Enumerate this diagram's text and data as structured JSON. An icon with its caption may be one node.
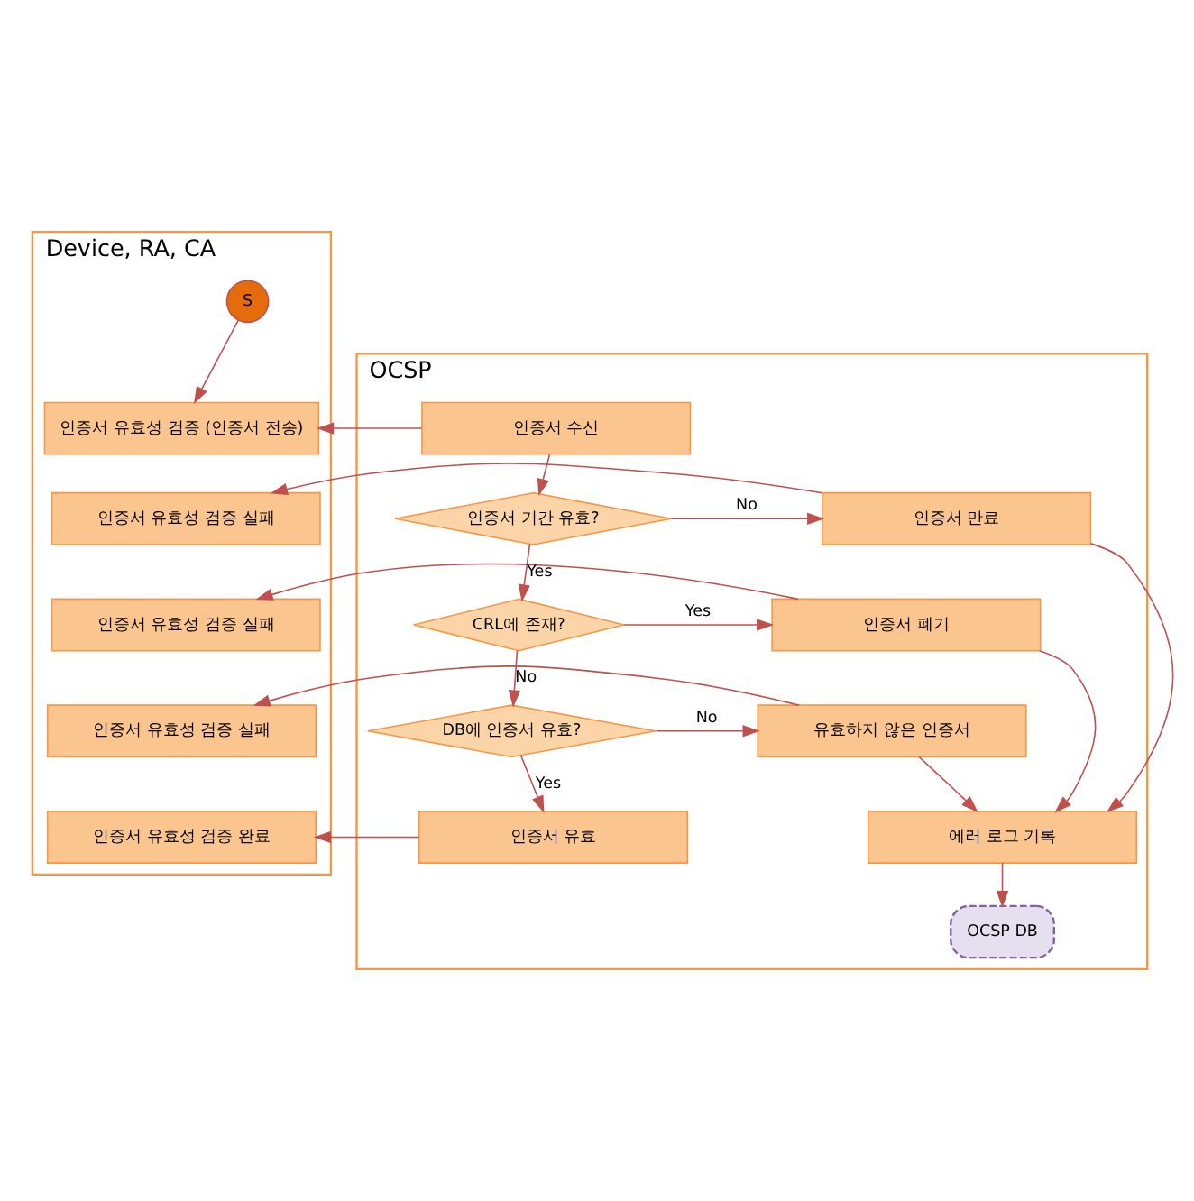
{
  "diagram": {
    "nodes": [
      {
        "text": [
          "Device, RA, CA"
        ]
      },
      {
        "text": [
          "S"
        ],
        "in": 0
      },
      {
        "text": [
          "인증서 유효성 검증 (인증서 전송)"
        ],
        "in": 0
      },
      {
        "text": [
          "인증서 유효성 검증 실패"
        ],
        "in": 0
      },
      {
        "text": [
          "인증서 유효성 검증 실패"
        ],
        "in": 0
      },
      {
        "text": [
          "인증서 유효성 검증 실패"
        ],
        "in": 0
      },
      {
        "text": [
          "인증서 유효성 검증 완료"
        ],
        "in": 0
      },
      {
        "text": [
          "OCSP"
        ]
      },
      {
        "text": [
          "인증서 수신"
        ],
        "in": 7
      },
      {
        "text": [
          "인증서 기간 유효?"
        ],
        "in": 7
      },
      {
        "text": [
          "인증서 만료"
        ],
        "in": 7
      },
      {
        "text": [
          "CRL에 존재?"
        ],
        "in": 7
      },
      {
        "text": [
          "인증서 폐기"
        ],
        "in": 7
      },
      {
        "text": [
          "DB에 인증서 유효?"
        ],
        "in": 7
      },
      {
        "text": [
          "유효하지 않은 인증서"
        ],
        "in": 7
      },
      {
        "text": [
          "인증서 유효"
        ],
        "in": 7
      },
      {
        "text": [
          "에러 로그 기록"
        ],
        "in": 7
      },
      {
        "text": [
          "OCSP DB"
        ],
        "in": 7
      }
    ],
    "edges": [
      {
        "from": 1,
        "to": 2,
        "arrow": "to"
      },
      {
        "from": 8,
        "to": 2,
        "arrow": "to"
      },
      {
        "from": 8,
        "to": 9,
        "arrow": "to"
      },
      {
        "from": 9,
        "to": 10,
        "arrow": "to",
        "label": "No"
      },
      {
        "from": 10,
        "to": 3,
        "arrow": "to"
      },
      {
        "from": 9,
        "to": 11,
        "arrow": "to",
        "label": "Yes"
      },
      {
        "from": 11,
        "to": 12,
        "arrow": "to",
        "label": "Yes"
      },
      {
        "from": 12,
        "to": 4,
        "arrow": "to"
      },
      {
        "from": 11,
        "to": 13,
        "arrow": "to",
        "label": "No"
      },
      {
        "from": 13,
        "to": 14,
        "arrow": "to",
        "label": "No"
      },
      {
        "from": 14,
        "to": 5,
        "arrow": "to"
      },
      {
        "from": 13,
        "to": 15,
        "arrow": "to",
        "label": "Yes"
      },
      {
        "from": 15,
        "to": 6,
        "arrow": "to"
      },
      {
        "from": 10,
        "to": 16,
        "arrow": "to"
      },
      {
        "from": 12,
        "to": 16,
        "arrow": "to"
      },
      {
        "from": 14,
        "to": 16,
        "arrow": "to"
      },
      {
        "from": 16,
        "to": 17,
        "arrow": "to"
      }
    ]
  }
}
